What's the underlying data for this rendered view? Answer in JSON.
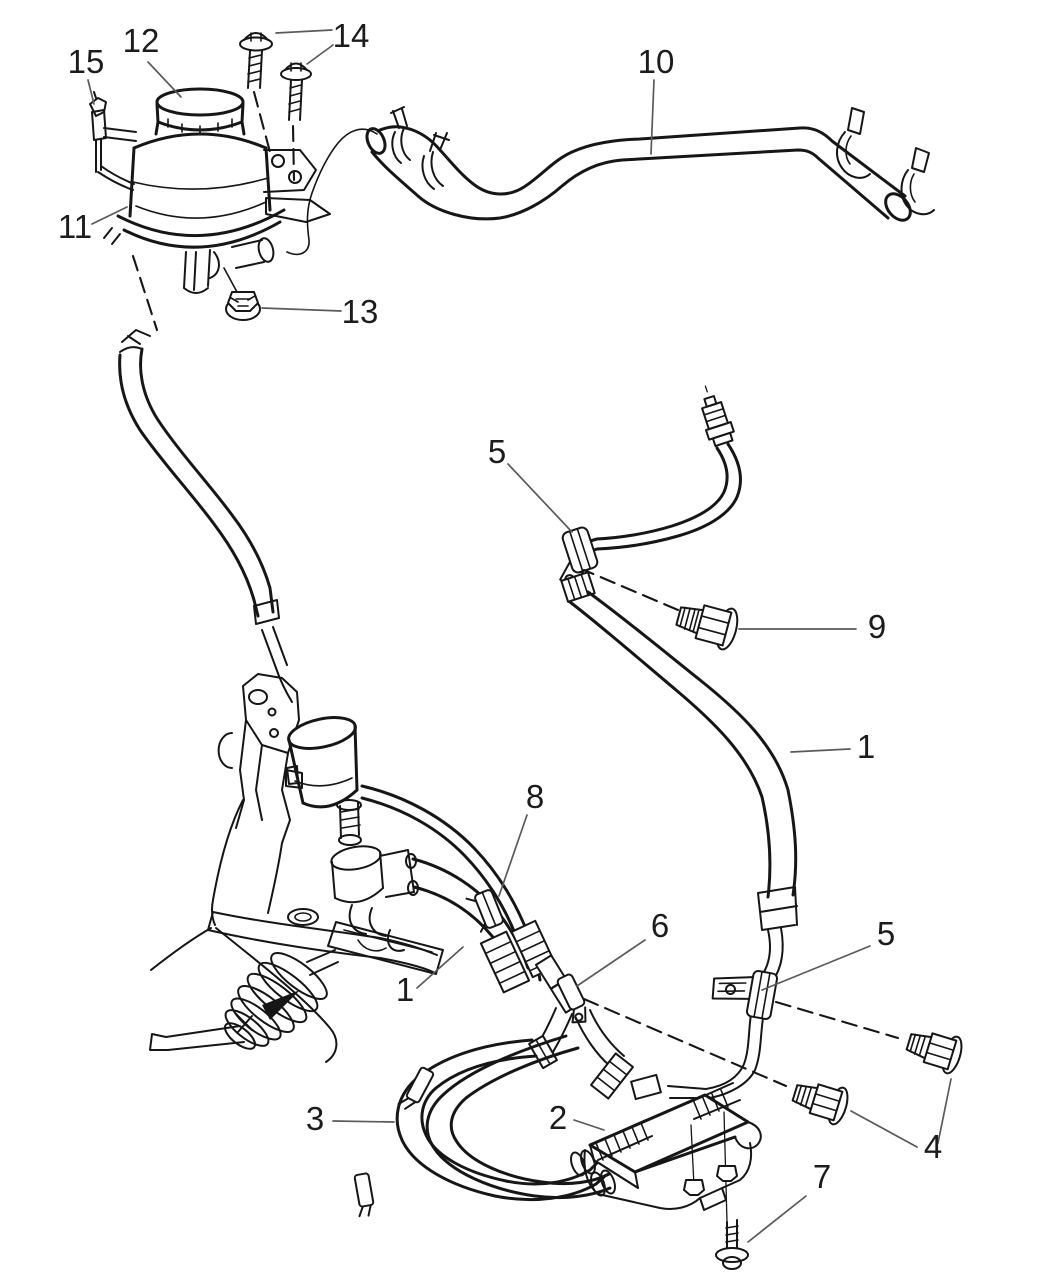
{
  "diagram": {
    "kind": "parts-diagram-line-art",
    "background_color": "#ffffff",
    "line_color": "#161616",
    "leader_color": "#5a5a5a",
    "callouts": [
      {
        "ref": "15"
      },
      {
        "ref": "12"
      },
      {
        "ref": "14"
      },
      {
        "ref": "10"
      },
      {
        "ref": "11"
      },
      {
        "ref": "13"
      },
      {
        "ref": "5"
      },
      {
        "ref": "9"
      },
      {
        "ref": "1"
      },
      {
        "ref": "8"
      },
      {
        "ref": "6"
      },
      {
        "ref": "5"
      },
      {
        "ref": "1"
      },
      {
        "ref": "3"
      },
      {
        "ref": "2"
      },
      {
        "ref": "4"
      },
      {
        "ref": "7"
      }
    ]
  }
}
